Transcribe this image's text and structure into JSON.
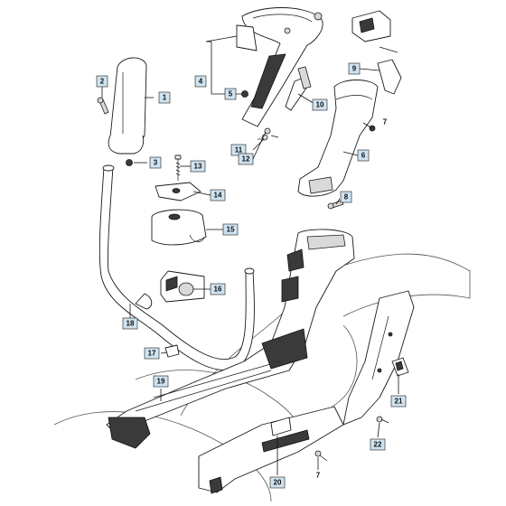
{
  "diagram": {
    "callouts": [
      {
        "id": "c1",
        "label": "1"
      },
      {
        "id": "c2",
        "label": "2"
      },
      {
        "id": "c3",
        "label": "3"
      },
      {
        "id": "c4",
        "label": "4"
      },
      {
        "id": "c5",
        "label": "5"
      },
      {
        "id": "c6",
        "label": "6"
      },
      {
        "id": "c7a",
        "label": "7"
      },
      {
        "id": "c7b",
        "label": "7"
      },
      {
        "id": "c8",
        "label": "8"
      },
      {
        "id": "c9",
        "label": "9"
      },
      {
        "id": "c10",
        "label": "10"
      },
      {
        "id": "c11",
        "label": "11"
      },
      {
        "id": "c12",
        "label": "12"
      },
      {
        "id": "c13",
        "label": "13"
      },
      {
        "id": "c14",
        "label": "14"
      },
      {
        "id": "c15",
        "label": "15"
      },
      {
        "id": "c16",
        "label": "16"
      },
      {
        "id": "c17",
        "label": "17"
      },
      {
        "id": "c18",
        "label": "18"
      },
      {
        "id": "c19",
        "label": "19"
      },
      {
        "id": "c20",
        "label": "20"
      },
      {
        "id": "c21",
        "label": "21"
      },
      {
        "id": "c22",
        "label": "22"
      }
    ]
  }
}
